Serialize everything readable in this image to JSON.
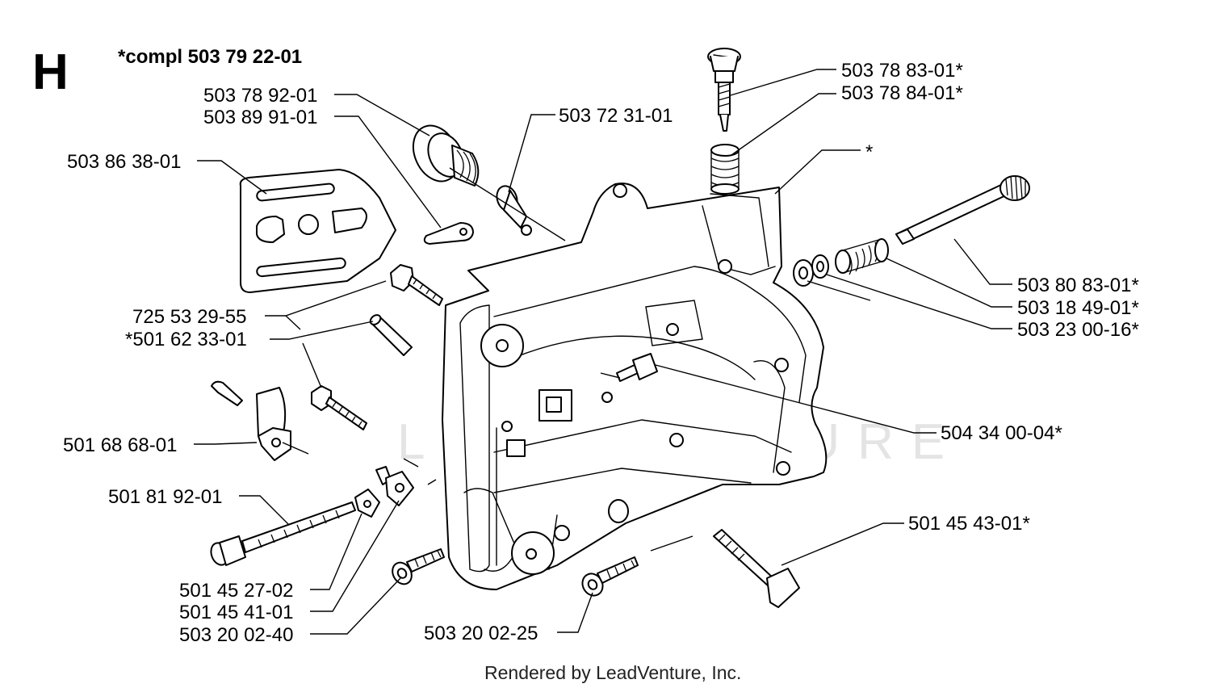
{
  "diagram": {
    "section_letter": "H",
    "subtitle": "*compl 503 79 22-01",
    "footer": "Rendered by LeadVenture, Inc.",
    "watermark": "LEADVENTURE",
    "labels": {
      "p_503_78_92_01": "503 78 92-01",
      "p_503_89_91_01": "503 89 91-01",
      "p_503_72_31_01": "503 72 31-01",
      "p_503_86_38_01": "503 86 38-01",
      "p_503_78_83_01": "503 78 83-01*",
      "p_503_78_84_01": "503 78 84-01*",
      "p_star": "*",
      "p_503_80_83_01": "503 80 83-01*",
      "p_503_18_49_01": "503 18 49-01*",
      "p_503_23_00_16": "503 23 00-16*",
      "p_725_53_29_55": "725 53 29-55",
      "p_501_62_33_01": "*501 62 33-01",
      "p_504_34_00_04": "504 34 00-04*",
      "p_501_68_68_01": "501 68 68-01",
      "p_501_81_92_01": "501 81 92-01",
      "p_501_45_43_01": "501 45 43-01*",
      "p_501_45_27_02": "501 45 27-02",
      "p_501_45_41_01": "501 45 41-01",
      "p_503_20_02_40": "503 20 02-40",
      "p_503_20_02_25": "503 20 02-25"
    }
  }
}
